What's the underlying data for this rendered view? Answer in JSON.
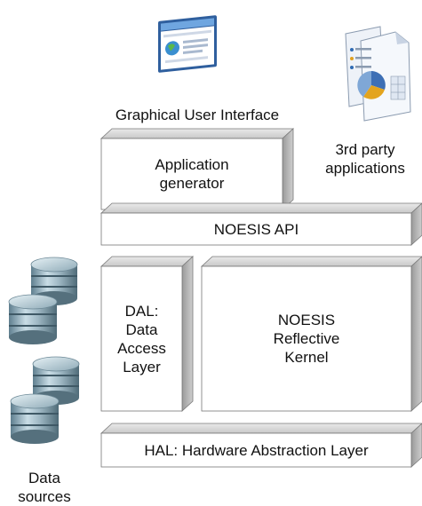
{
  "labels": {
    "gui": "Graphical User Interface",
    "third_party": "3rd party\napplications",
    "data_sources": "Data\nsources"
  },
  "blocks": {
    "app_generator": "Application\ngenerator",
    "api": "NOESIS API",
    "dal": "DAL:\nData\nAccess\nLayer",
    "kernel": "NOESIS\nReflective\nKernel",
    "hal": "HAL: Hardware Abstraction Layer"
  },
  "icons": {
    "gui": "window-icon",
    "third_party": "documents-chart-icon",
    "data_sources": "database-icon"
  },
  "colors": {
    "block_face": "#ffffff",
    "block_side": "#bdbdbd",
    "block_top": "#dcdcdc",
    "block_stroke": "#666666"
  }
}
